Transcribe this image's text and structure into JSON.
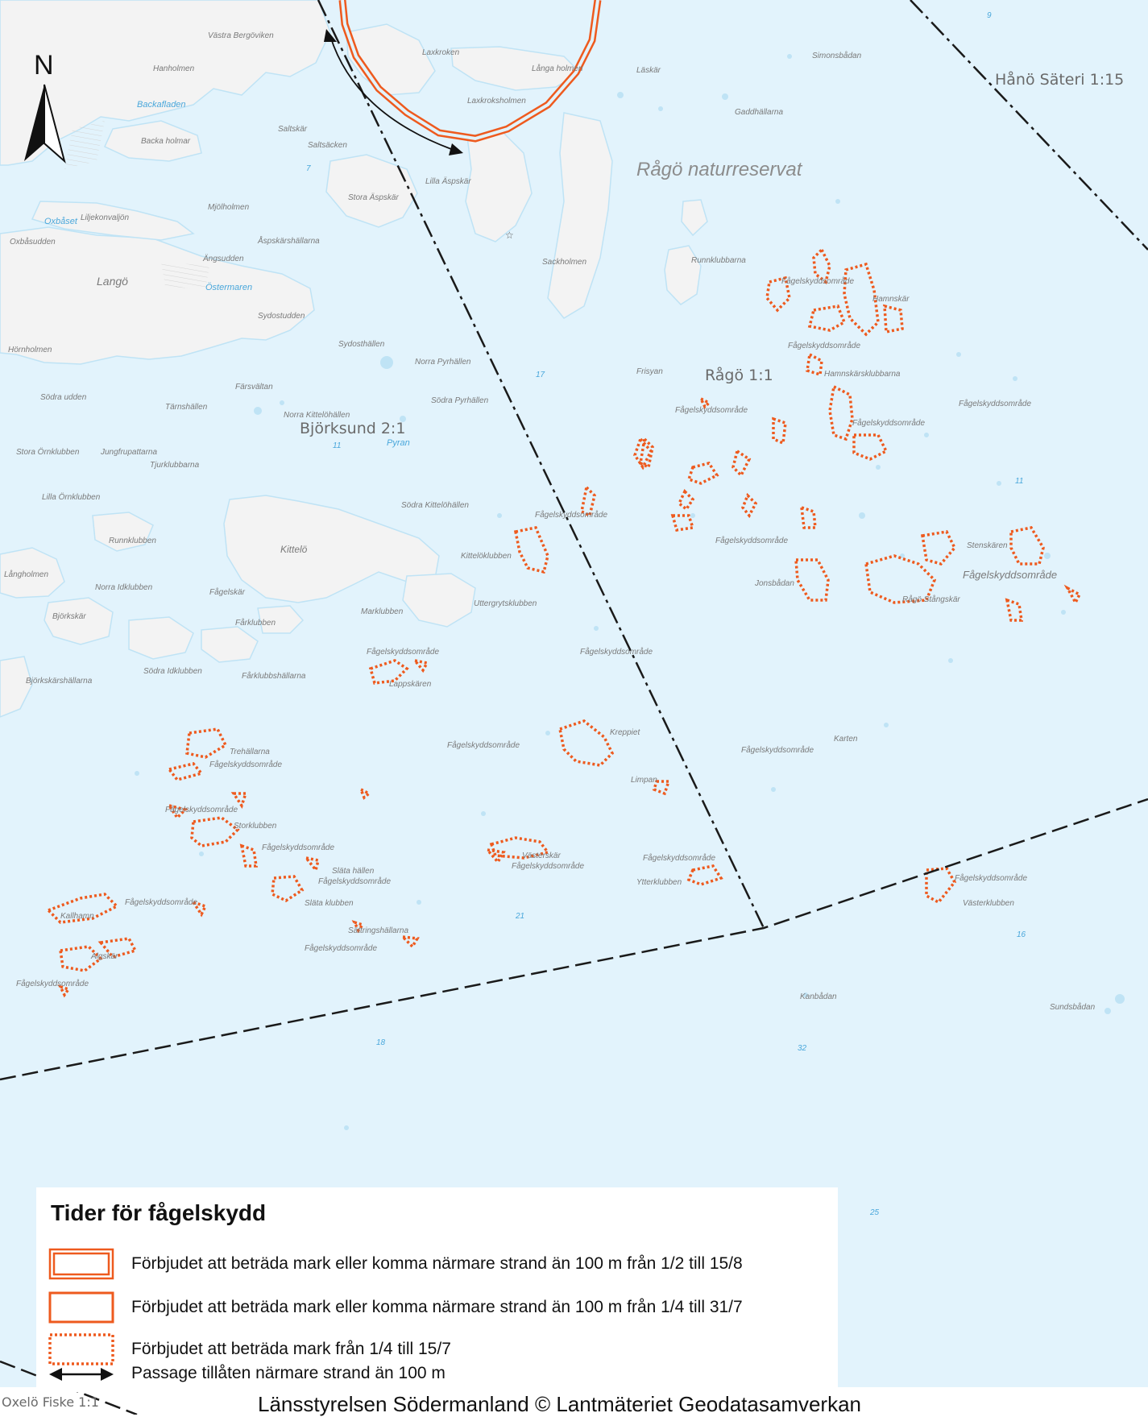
{
  "map": {
    "north_label": "N",
    "reserve_label": "Rågö naturreservat",
    "property_labels": [
      "Hånö Säteri 1:15",
      "Rågö 1:1",
      "Björksund 2:1",
      "Oxelö Fiske 1:1"
    ],
    "place_labels": [
      "Västra Bergöviken",
      "Hanholmen",
      "Backa holmar",
      "Laxkroken",
      "Läskär",
      "Långa holmen",
      "Laxkroksholmen",
      "Simonsbådan",
      "Gaddhällarna",
      "Saltskär",
      "Saltsäcken",
      "Stora Äspskär",
      "Lilla Äspskär",
      "Mjölholmen",
      "Liljekonvaljön",
      "Oxbåsudden",
      "Åspskärshällarna",
      "Ängsudden",
      "Langö",
      "Sydostudden",
      "Hörnholmen",
      "Sackholmen",
      "Runnklubbarna",
      "Hamnskär",
      "Fågelskyddsområde",
      "Hamnskärsklubbarna",
      "Sydosthällen",
      "Norra Pyrhällen",
      "Frisyan",
      "Färsvältan",
      "Södra udden",
      "Tärnshällen",
      "Norra Kittelöhällen",
      "Södra Pyrhällen",
      "Stora Örnklubben",
      "Jungfrupattarna",
      "Tjurklubbarna",
      "Lilla Örnklubben",
      "Södra Kittelöhällen",
      "Runnklubben",
      "Kittelö",
      "Kittelöklubben",
      "Stenskären",
      "Jonsbådan",
      "Rågö Stångskär",
      "Långholmen",
      "Norra Idklubben",
      "Fågelskär",
      "Björkskär",
      "Fårklubben",
      "Marklubben",
      "Uttergrytsklubben",
      "Fårklubbshällarna",
      "Björkskärshällarna",
      "Södra Idklubben",
      "Lappskären",
      "Kreppiet",
      "Trehällarna",
      "Limpan",
      "Karten",
      "Storklubben",
      "Västerskär",
      "Ytterklubben",
      "Västerklubben",
      "Släta hällen",
      "Släta klubben",
      "Kallhamn",
      "Sättringshällarna",
      "Algskär",
      "Kanbådan",
      "Sundsbådan"
    ],
    "water_labels": [
      "Backafladen",
      "Oxbåset",
      "Östermaren",
      "Pyran"
    ],
    "depth_labels": [
      "9",
      "7",
      "17",
      "11",
      "11",
      "21",
      "16",
      "18",
      "32",
      "25"
    ]
  },
  "legend": {
    "title": "Tider för fågelskydd",
    "items": [
      {
        "symbol": "double-line-box",
        "label": "Förbjudet att beträda mark eller komma närmare strand än 100 m från 1/2 till 15/8"
      },
      {
        "symbol": "single-line-box",
        "label": "Förbjudet att beträda mark eller komma närmare strand än 100 m från 1/4 till 31/7"
      },
      {
        "symbol": "dotted-box",
        "label": "Förbjudet att beträda mark från 1/4 till 15/7"
      },
      {
        "symbol": "double-arrow-icon",
        "label": "Passage tillåten närmare strand än 100 m"
      }
    ]
  },
  "footer": {
    "credit": "Länsstyrelsen Södermanland © Lantmäteriet Geodatasamverkan"
  },
  "colors": {
    "water": "#e2f3fc",
    "land": "#f3f3f3",
    "land_stroke": "#bfe3f5",
    "protection_orange": "#ee5a1e",
    "boundary": "#1a1a1a"
  }
}
